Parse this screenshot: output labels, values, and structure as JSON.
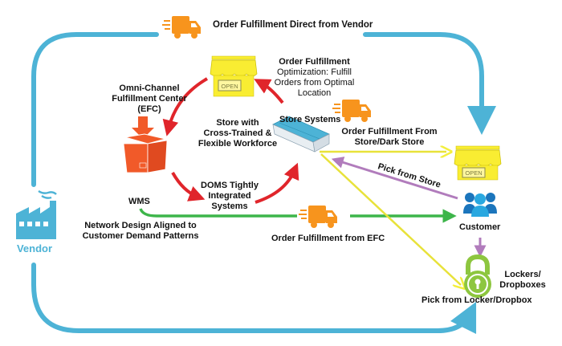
{
  "diagram": {
    "title": "Omni-Channel Order Fulfillment Network",
    "colors": {
      "vendor_blue": "#4db3d6",
      "red_cycle": "#e0252b",
      "green_efc": "#3db54a",
      "yellow_store": "#f3ef3e",
      "purple_pick": "#b17cbc",
      "truck_orange": "#f7941d",
      "efc_box_orange": "#f15a29",
      "store_yellow": "#f9ed32",
      "customer_blue": "#1b75bc",
      "locker_green": "#8dc63f"
    },
    "labels": {
      "direct_from_vendor": "Order Fulfillment Direct from Vendor",
      "optimization_title": "Order Fulfillment",
      "optimization_line1": "Optimization: Fulfill",
      "optimization_line2": "Orders from Optimal",
      "optimization_line3": "Location",
      "efc_line1": "Omni-Channel",
      "efc_line2": "Fulfillment Center",
      "efc_line3": "(EFC)",
      "workforce_line1": "Store with",
      "workforce_line2": "Cross-Trained &",
      "workforce_line3": "Flexible Workforce",
      "store_systems": "Store Systems",
      "from_store_line1": "Order Fulfillment From",
      "from_store_line2": "Store/Dark Store",
      "doms_line1": "DOMS Tightly",
      "doms_line2": "Integrated",
      "doms_line3": "Systems",
      "wms": "WMS",
      "network_line1": "Network Design Aligned to",
      "network_line2": "Customer Demand Patterns",
      "from_efc": "Order Fulfillment from EFC",
      "pick_from_store": "Pick from Store",
      "customer": "Customer",
      "lockers_line1": "Lockers/",
      "lockers_line2": "Dropboxes",
      "pick_from_locker": "Pick from Locker/Dropbox",
      "vendor": "Vendor",
      "open_sign": "OPEN"
    },
    "nodes": [
      {
        "id": "vendor",
        "icon": "factory-icon"
      },
      {
        "id": "efc",
        "icon": "box-icon"
      },
      {
        "id": "top-store",
        "icon": "storefront-icon"
      },
      {
        "id": "store-systems",
        "icon": "warehouse-icon"
      },
      {
        "id": "customer-store",
        "icon": "storefront-icon"
      },
      {
        "id": "customer",
        "icon": "people-icon"
      },
      {
        "id": "locker",
        "icon": "padlock-icon"
      }
    ]
  }
}
